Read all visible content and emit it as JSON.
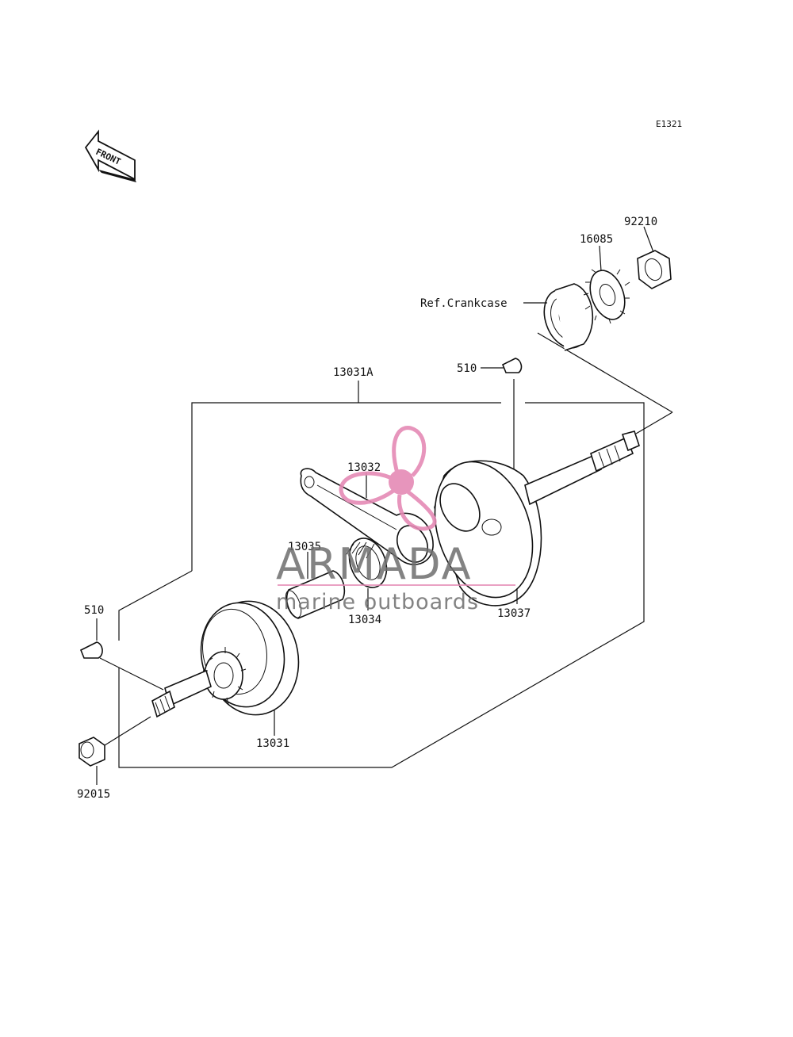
{
  "diagram_code": "E1321",
  "front_label": "FRONT",
  "ref_label": "Ref.Crankcase",
  "callouts": {
    "p92210": "92210",
    "p16085": "16085",
    "p510_top": "510",
    "p13031A": "13031A",
    "p13032": "13032",
    "p13035": "13035",
    "p13034": "13034",
    "p13037": "13037",
    "p510_left": "510",
    "p13031": "13031",
    "p92015": "92015"
  },
  "watermark": {
    "brand": "ARMADA",
    "tagline": "marine outboards",
    "colors": {
      "logo": "#e58ab5",
      "text": "#6e6e6e"
    }
  }
}
